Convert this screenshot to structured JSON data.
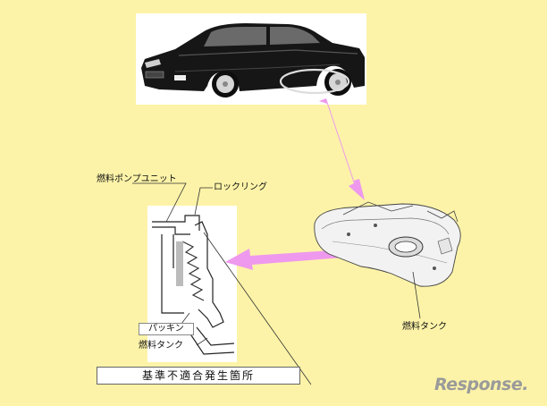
{
  "labels": {
    "pump_unit": "燃料ポンプユニット",
    "lock_ring": "ロックリング",
    "packing": "パッキン",
    "tank_detail": "燃料タンク",
    "tank": "燃料タンク",
    "caption": "基準不適合発生箇所"
  },
  "watermark": "Response.",
  "colors": {
    "background": "#FCF3A8",
    "arrow": "#EE99EE",
    "car_body": "#161616"
  }
}
